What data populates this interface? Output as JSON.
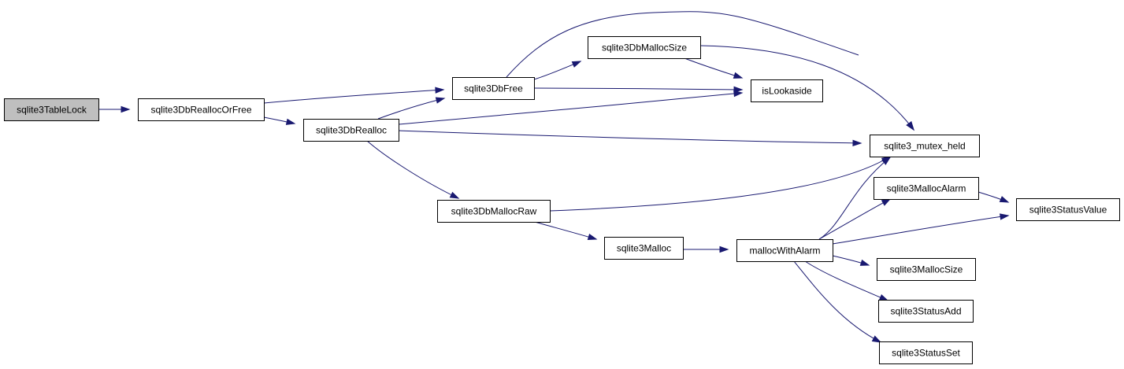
{
  "graph": {
    "type": "call-graph",
    "edge_color": "#191970",
    "root_fill": "#bfbfbf",
    "node_fill": "#ffffff",
    "nodes": [
      {
        "id": "sqlite3TableLock",
        "label": "sqlite3TableLock",
        "root": true
      },
      {
        "id": "sqlite3DbReallocOrFree",
        "label": "sqlite3DbReallocOrFree"
      },
      {
        "id": "sqlite3DbRealloc",
        "label": "sqlite3DbRealloc"
      },
      {
        "id": "sqlite3DbFree",
        "label": "sqlite3DbFree"
      },
      {
        "id": "sqlite3DbMallocSize",
        "label": "sqlite3DbMallocSize"
      },
      {
        "id": "isLookaside",
        "label": "isLookaside"
      },
      {
        "id": "sqlite3_mutex_held",
        "label": "sqlite3_mutex_held"
      },
      {
        "id": "sqlite3DbMallocRaw",
        "label": "sqlite3DbMallocRaw"
      },
      {
        "id": "sqlite3Malloc",
        "label": "sqlite3Malloc"
      },
      {
        "id": "mallocWithAlarm",
        "label": "mallocWithAlarm"
      },
      {
        "id": "sqlite3MallocAlarm",
        "label": "sqlite3MallocAlarm"
      },
      {
        "id": "sqlite3StatusValue",
        "label": "sqlite3StatusValue"
      },
      {
        "id": "sqlite3MallocSize",
        "label": "sqlite3MallocSize"
      },
      {
        "id": "sqlite3StatusAdd",
        "label": "sqlite3StatusAdd"
      },
      {
        "id": "sqlite3StatusSet",
        "label": "sqlite3StatusSet"
      }
    ],
    "edges": [
      {
        "from": "sqlite3TableLock",
        "to": "sqlite3DbReallocOrFree"
      },
      {
        "from": "sqlite3DbReallocOrFree",
        "to": "sqlite3DbFree"
      },
      {
        "from": "sqlite3DbReallocOrFree",
        "to": "sqlite3DbRealloc"
      },
      {
        "from": "sqlite3DbFree",
        "to": "sqlite3DbMallocSize"
      },
      {
        "from": "sqlite3DbFree",
        "to": "isLookaside"
      },
      {
        "from": "sqlite3DbFree",
        "to": "sqlite3_mutex_held"
      },
      {
        "from": "sqlite3DbMallocSize",
        "to": "isLookaside"
      },
      {
        "from": "sqlite3DbMallocSize",
        "to": "sqlite3_mutex_held"
      },
      {
        "from": "sqlite3DbRealloc",
        "to": "sqlite3DbFree"
      },
      {
        "from": "sqlite3DbRealloc",
        "to": "isLookaside"
      },
      {
        "from": "sqlite3DbRealloc",
        "to": "sqlite3_mutex_held"
      },
      {
        "from": "sqlite3DbRealloc",
        "to": "sqlite3DbMallocRaw"
      },
      {
        "from": "sqlite3DbMallocRaw",
        "to": "sqlite3_mutex_held"
      },
      {
        "from": "sqlite3DbMallocRaw",
        "to": "sqlite3Malloc"
      },
      {
        "from": "sqlite3Malloc",
        "to": "mallocWithAlarm"
      },
      {
        "from": "mallocWithAlarm",
        "to": "sqlite3_mutex_held"
      },
      {
        "from": "mallocWithAlarm",
        "to": "sqlite3MallocAlarm"
      },
      {
        "from": "mallocWithAlarm",
        "to": "sqlite3StatusValue"
      },
      {
        "from": "mallocWithAlarm",
        "to": "sqlite3MallocSize"
      },
      {
        "from": "mallocWithAlarm",
        "to": "sqlite3StatusAdd"
      },
      {
        "from": "mallocWithAlarm",
        "to": "sqlite3StatusSet"
      },
      {
        "from": "sqlite3MallocAlarm",
        "to": "sqlite3StatusValue"
      }
    ]
  }
}
